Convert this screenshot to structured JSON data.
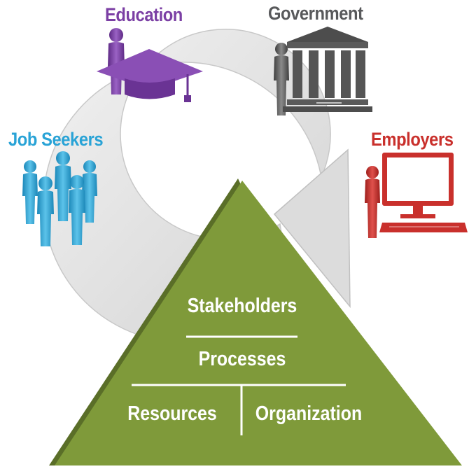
{
  "stakeholders": {
    "education": {
      "label": "Education",
      "color": "#7b3fa4"
    },
    "government": {
      "label": "Government",
      "color": "#58595b"
    },
    "job_seekers": {
      "label": "Job Seekers",
      "color": "#29a3d6"
    },
    "employers": {
      "label": "Employers",
      "color": "#c9302c"
    }
  },
  "triangle": {
    "color": "#7f9a3a",
    "top_label": "Stakeholders",
    "middle_label": "Processes",
    "bottom_left_label": "Resources",
    "bottom_right_label": "Organization"
  },
  "cycle_color": "#e3e3e3"
}
